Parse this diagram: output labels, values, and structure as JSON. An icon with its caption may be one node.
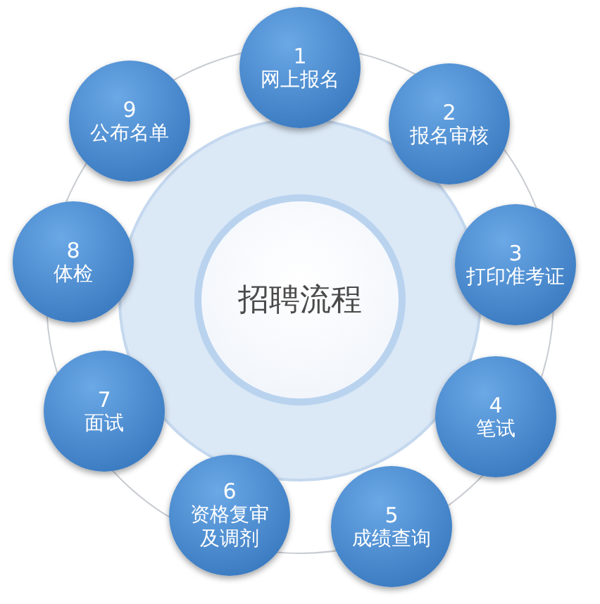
{
  "diagram": {
    "nodes": [
      {
        "text": [
          "招聘流程"
        ]
      },
      {
        "text": [
          "1",
          "网上报名"
        ]
      },
      {
        "text": [
          "2",
          "报名审核"
        ]
      },
      {
        "text": [
          "3",
          "打印准考证"
        ]
      },
      {
        "text": [
          "4",
          "笔试"
        ]
      },
      {
        "text": [
          "5",
          "成绩查询"
        ]
      },
      {
        "text": [
          "6",
          "资格复审及调剂"
        ]
      },
      {
        "text": [
          "7",
          "面试"
        ]
      },
      {
        "text": [
          "8",
          "体检"
        ]
      },
      {
        "text": [
          "9",
          "公布名单"
        ]
      }
    ]
  }
}
